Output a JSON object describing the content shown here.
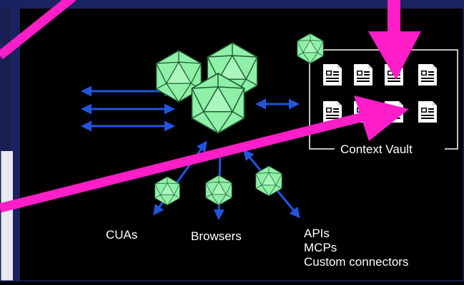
{
  "vault": {
    "label": "Context Vault"
  },
  "connectors": {
    "cuas": "CUAs",
    "browsers": "Browsers",
    "apis": [
      "APIs",
      "MCPs",
      "Custom connectors"
    ]
  },
  "colors": {
    "background": "#000000",
    "frame": "#1b2260",
    "arrow_blue": "#2255dd",
    "annotation_magenta": "#ff1ec8",
    "node_green": "#8ff0a8",
    "node_edge": "#1f5a30",
    "text": "#ffffff"
  },
  "icons": [
    "icosahedron-node-icon",
    "document-icon",
    "double-arrow-icon"
  ]
}
